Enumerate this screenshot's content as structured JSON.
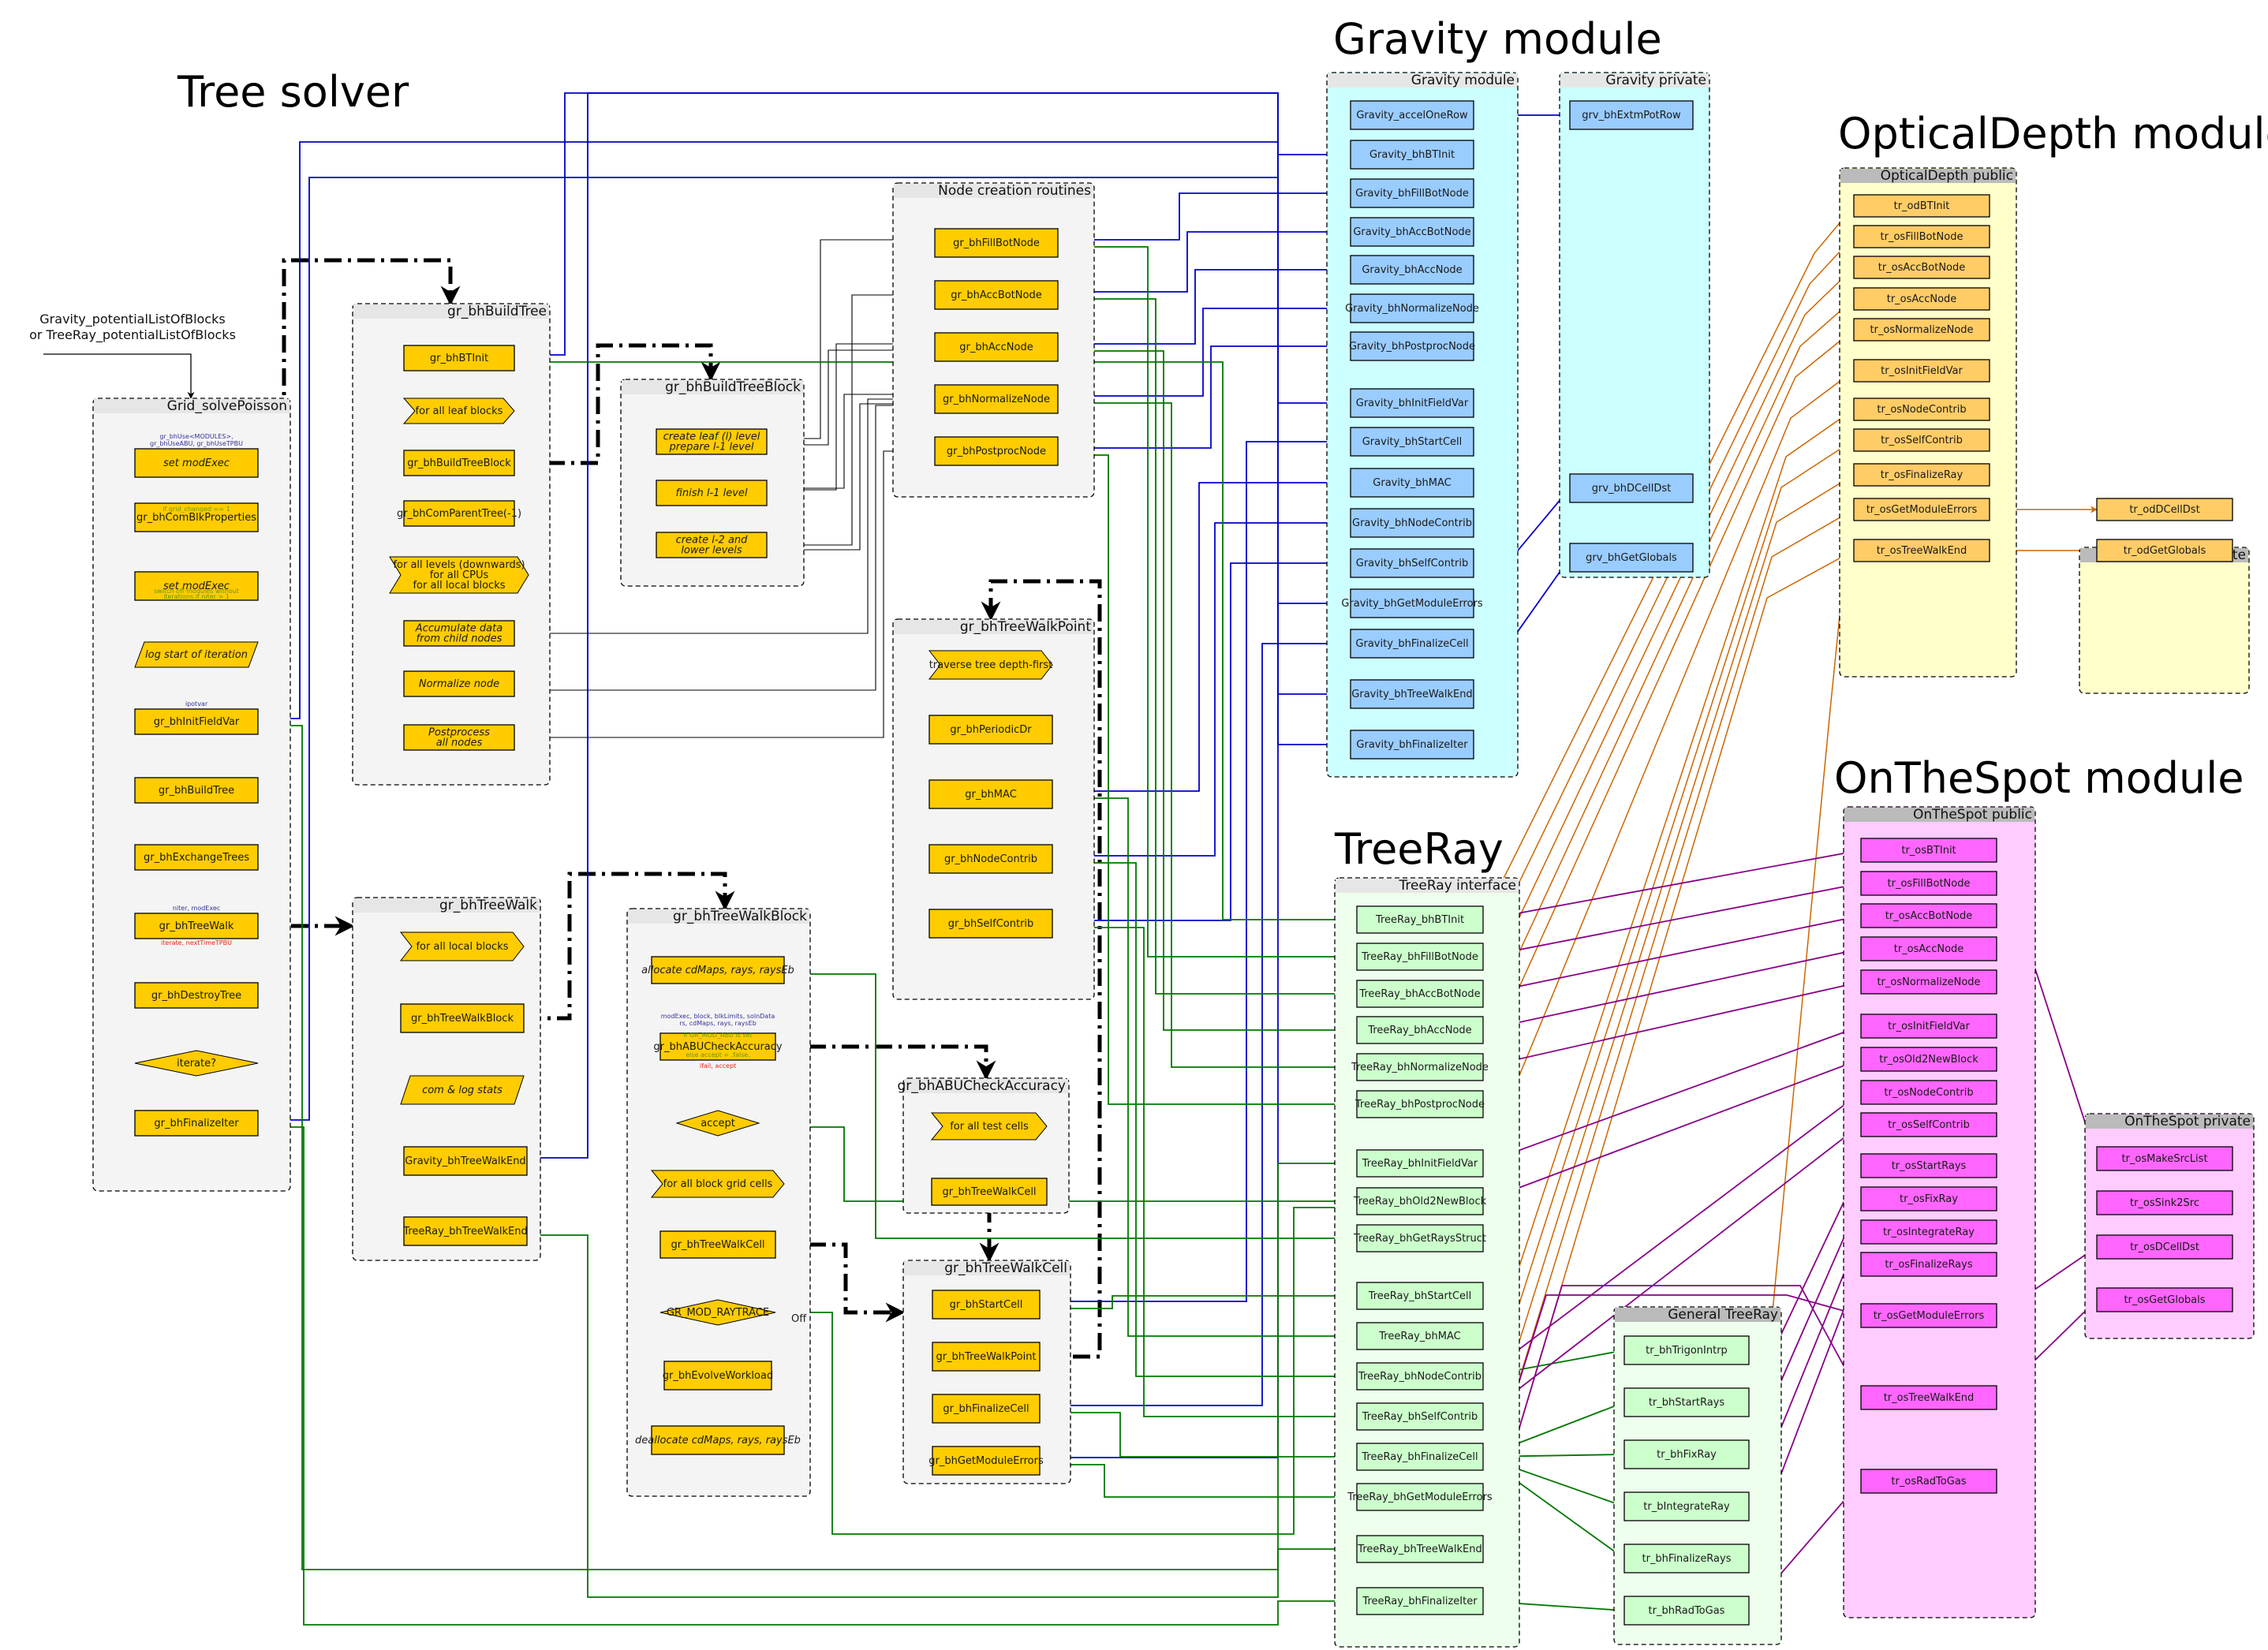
{
  "titles": {
    "tree_solver": "Tree solver",
    "gravity_module": "Gravity module",
    "optical_depth_module": "OpticalDepth module",
    "treeray": "TreeRay",
    "on_the_spot_module": "OnTheSpot module"
  },
  "entry_caption": [
    "Gravity_potentialListOfBlocks",
    "or TreeRay_potentialListOfBlocks"
  ],
  "colors": {
    "tree_node": "#ffcc00",
    "gravity_node": "#99ccff",
    "gravity_bg": "#ccffff",
    "optical_node": "#ffcc66",
    "optical_bg": "#ffffcc",
    "onthespot_node": "#ff66ff",
    "onthespot_bg": "#ffccff",
    "treeray_node": "#ccffcc",
    "treeray_bg": "#eeffee",
    "gravity_link": "#0000cc",
    "treeray_link": "#007700",
    "optical_link": "#cc6600",
    "onthespot_link": "#880088",
    "annotation_blue": "#333399",
    "annotation_red": "#ee2222",
    "annotation_green": "#669900"
  },
  "groups": {
    "grid_solvePoisson": {
      "label": "Grid_solvePoisson",
      "nodes": [
        "set modExec",
        "gr_bhComBlkProperties",
        "set modExec",
        "log start of iteration",
        "gr_bhInitFieldVar",
        "gr_bhBuildTree",
        "gr_bhExchangeTrees",
        "gr_bhTreeWalk",
        "gr_bhDestroyTree",
        "iterate?",
        "gr_bhFinalizeIter"
      ],
      "annotations": {
        "use_modules": [
          "gr_bhUse<MODULES>,",
          "gr_bhUseABU, gr_bhUseTPBU"
        ],
        "grid_changed": "if grid_changed == 1",
        "switch_off": [
          "switch off modules without",
          "iterations if niter > 1"
        ],
        "ipotvar": "ipotvar",
        "niter": "niter, modExec",
        "iterate_out": "iterate, nextTimeTPBU"
      }
    },
    "gr_bhBuildTree": {
      "label": "gr_bhBuildTree",
      "nodes": [
        "gr_bhBTInit",
        "for all leaf blocks",
        "gr_bhBuildTreeBlock",
        "gr_bhComParentTree(-1)",
        [
          "for all levels (downwards)",
          "for all CPUs",
          "for all local blocks"
        ],
        [
          "Accumulate data",
          "from child nodes"
        ],
        "Normalize node",
        [
          "Postprocess",
          "all nodes"
        ]
      ]
    },
    "gr_bhBuildTreeBlock": {
      "label": "gr_bhBuildTreeBlock",
      "nodes": [
        [
          "create leaf (l) level",
          "prepare l-1 level"
        ],
        "finish l-1 level",
        [
          "create l-2 and",
          "lower levels"
        ]
      ]
    },
    "node_creation": {
      "label": "Node creation routines",
      "nodes": [
        "gr_bhFillBotNode",
        "gr_bhAccBotNode",
        "gr_bhAccNode",
        "gr_bhNormalizeNode",
        "gr_bhPostprocNode"
      ]
    },
    "gr_bhTreeWalkPoint": {
      "label": "gr_bhTreeWalkPoint",
      "nodes": [
        "traverse tree depth-first",
        "gr_bhPeriodicDr",
        "gr_bhMAC",
        "gr_bhNodeContrib",
        "gr_bhSelfContrib"
      ]
    },
    "gr_bhTreeWalk": {
      "label": "gr_bhTreeWalk",
      "nodes": [
        "for all local blocks",
        "gr_bhTreeWalkBlock",
        "com & log stats",
        "Gravity_bhTreeWalkEnd",
        "TreeRay_bhTreeWalkEnd"
      ]
    },
    "gr_bhTreeWalkBlock": {
      "label": "gr_bhTreeWalkBlock",
      "nodes": [
        "allocate cdMaps, rays, raysEb",
        "gr_bhABUCheckAccuracy",
        "accept",
        "for all block grid cells",
        "gr_bhTreeWalkCell",
        "GR_MOD_RAYTRACE",
        "gr_bhEvolveWorkload",
        "deallocate cdMaps, rays, raysEb"
      ],
      "annotations": {
        "abu_in": [
          "modExec, block, blkLimits, solnData",
          "rs, cdMaps, rays, raysEb"
        ],
        "abu_if": "if GR_MOD_ABU is set",
        "abu_else": "else accept = .false.",
        "abu_out": "ifail, accept",
        "raytrace_off": "Off"
      }
    },
    "gr_bhABUCheckAccuracy": {
      "label": "gr_bhABUCheckAccuracy",
      "nodes": [
        "for all test cells",
        "gr_bhTreeWalkCell"
      ]
    },
    "gr_bhTreeWalkCell": {
      "label": "gr_bhTreeWalkCell",
      "nodes": [
        "gr_bhStartCell",
        "gr_bhTreeWalkPoint",
        "gr_bhFinalizeCell",
        "gr_bhGetModuleErrors"
      ]
    },
    "gravity_module": {
      "label": "Gravity module",
      "nodes": [
        "Gravity_accelOneRow",
        "Gravity_bhBTInit",
        "Gravity_bhFillBotNode",
        "Gravity_bhAccBotNode",
        "Gravity_bhAccNode",
        "Gravity_bhNormalizeNode",
        "Gravity_bhPostprocNode",
        "Gravity_bhInitFieldVar",
        "Gravity_bhStartCell",
        "Gravity_bhMAC",
        "Gravity_bhNodeContrib",
        "Gravity_bhSelfContrib",
        "Gravity_bhGetModuleErrors",
        "Gravity_bhFinalizeCell",
        "Gravity_bhTreeWalkEnd",
        "Gravity_bhFinalizeIter"
      ]
    },
    "gravity_private": {
      "label": "Gravity private",
      "nodes": [
        "grv_bhExtmPotRow",
        "grv_bhDCellDst",
        "grv_bhGetGlobals"
      ]
    },
    "optical_public": {
      "label": "OpticalDepth public",
      "nodes": [
        "tr_odBTInit",
        "tr_osFillBotNode",
        "tr_osAccBotNode",
        "tr_osAccNode",
        "tr_osNormalizeNode",
        "tr_osInitFieldVar",
        "tr_osNodeContrib",
        "tr_osSelfContrib",
        "tr_osFinalizeRay",
        "tr_osGetModuleErrors",
        "tr_osTreeWalkEnd"
      ]
    },
    "optical_private": {
      "label": "OpticalDepth private",
      "nodes": [
        "tr_odDCellDst",
        "tr_odGetGlobals"
      ]
    },
    "treeray_interface": {
      "label": "TreeRay interface",
      "nodes": [
        "TreeRay_bhBTInit",
        "TreeRay_bhFillBotNode",
        "TreeRay_bhAccBotNode",
        "TreeRay_bhAccNode",
        "TreeRay_bhNormalizeNode",
        "TreeRay_bhPostprocNode",
        "TreeRay_bhInitFieldVar",
        "TreeRay_bhOld2NewBlock",
        "TreeRay_bhGetRaysStruct",
        "TreeRay_bhStartCell",
        "TreeRay_bhMAC",
        "TreeRay_bhNodeContrib",
        "TreeRay_bhSelfContrib",
        "TreeRay_bhFinalizeCell",
        "TreeRay_bhGetModuleErrors",
        "TreeRay_bhTreeWalkEnd",
        "TreeRay_bhFinalizeIter"
      ]
    },
    "general_treeray": {
      "label": "General TreeRay",
      "nodes": [
        "tr_bhTrigonIntrp",
        "tr_bhStartRays",
        "tr_bhFixRay",
        "tr_bIntegrateRay",
        "tr_bhFinalizeRays",
        "tr_bhRadToGas"
      ]
    },
    "onthespot_public": {
      "label": "OnTheSpot public",
      "nodes": [
        "tr_osBTInit",
        "tr_osFillBotNode",
        "tr_osAccBotNode",
        "tr_osAccNode",
        "tr_osNormalizeNode",
        "tr_osInitFieldVar",
        "tr_osOld2NewBlock",
        "tr_osNodeContrib",
        "tr_osSelfContrib",
        "tr_osStartRays",
        "tr_osFixRay",
        "tr_osIntegrateRay",
        "tr_osFinalizeRays",
        "tr_osGetModuleErrors",
        "tr_osTreeWalkEnd",
        "tr_osRadToGas"
      ]
    },
    "onthespot_private": {
      "label": "OnTheSpot private",
      "nodes": [
        "tr_osMakeSrcList",
        "tr_osSink2Src",
        "tr_osDCellDst",
        "tr_osGetGlobals"
      ]
    }
  }
}
